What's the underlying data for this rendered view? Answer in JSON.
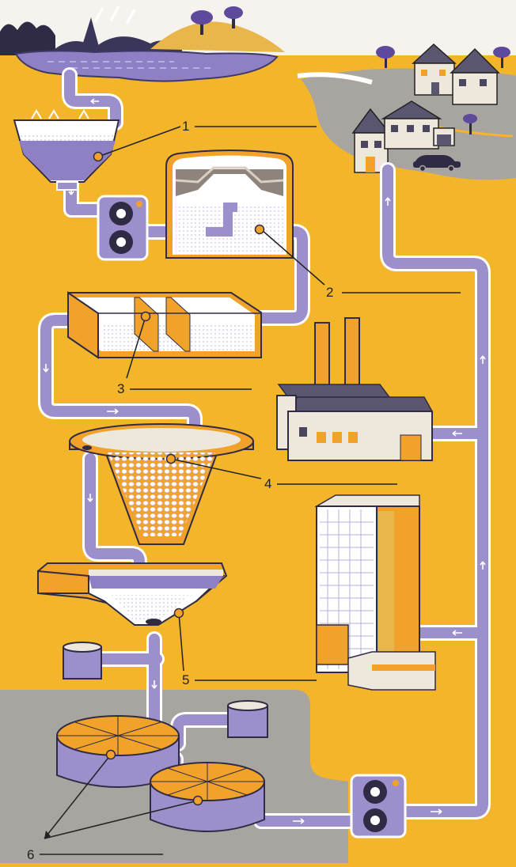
{
  "colors": {
    "background": "#f3b52a",
    "pipe": "#9d8fcc",
    "pipe_dark": "#3d3a66",
    "water": "#8f7fc4",
    "ground_gray": "#a8a5a1",
    "marker": "#f0a22a"
  },
  "labels": [
    {
      "number": "1",
      "answer": ""
    },
    {
      "number": "2",
      "answer": ""
    },
    {
      "number": "3",
      "answer": ""
    },
    {
      "number": "4",
      "answer": ""
    },
    {
      "number": "5",
      "answer": ""
    },
    {
      "number": "6",
      "answer": ""
    }
  ],
  "icons": [
    "houses-icon",
    "car-icon",
    "tree-icon",
    "factory-icon",
    "office-building-icon",
    "pump-icon",
    "lake-icon"
  ]
}
